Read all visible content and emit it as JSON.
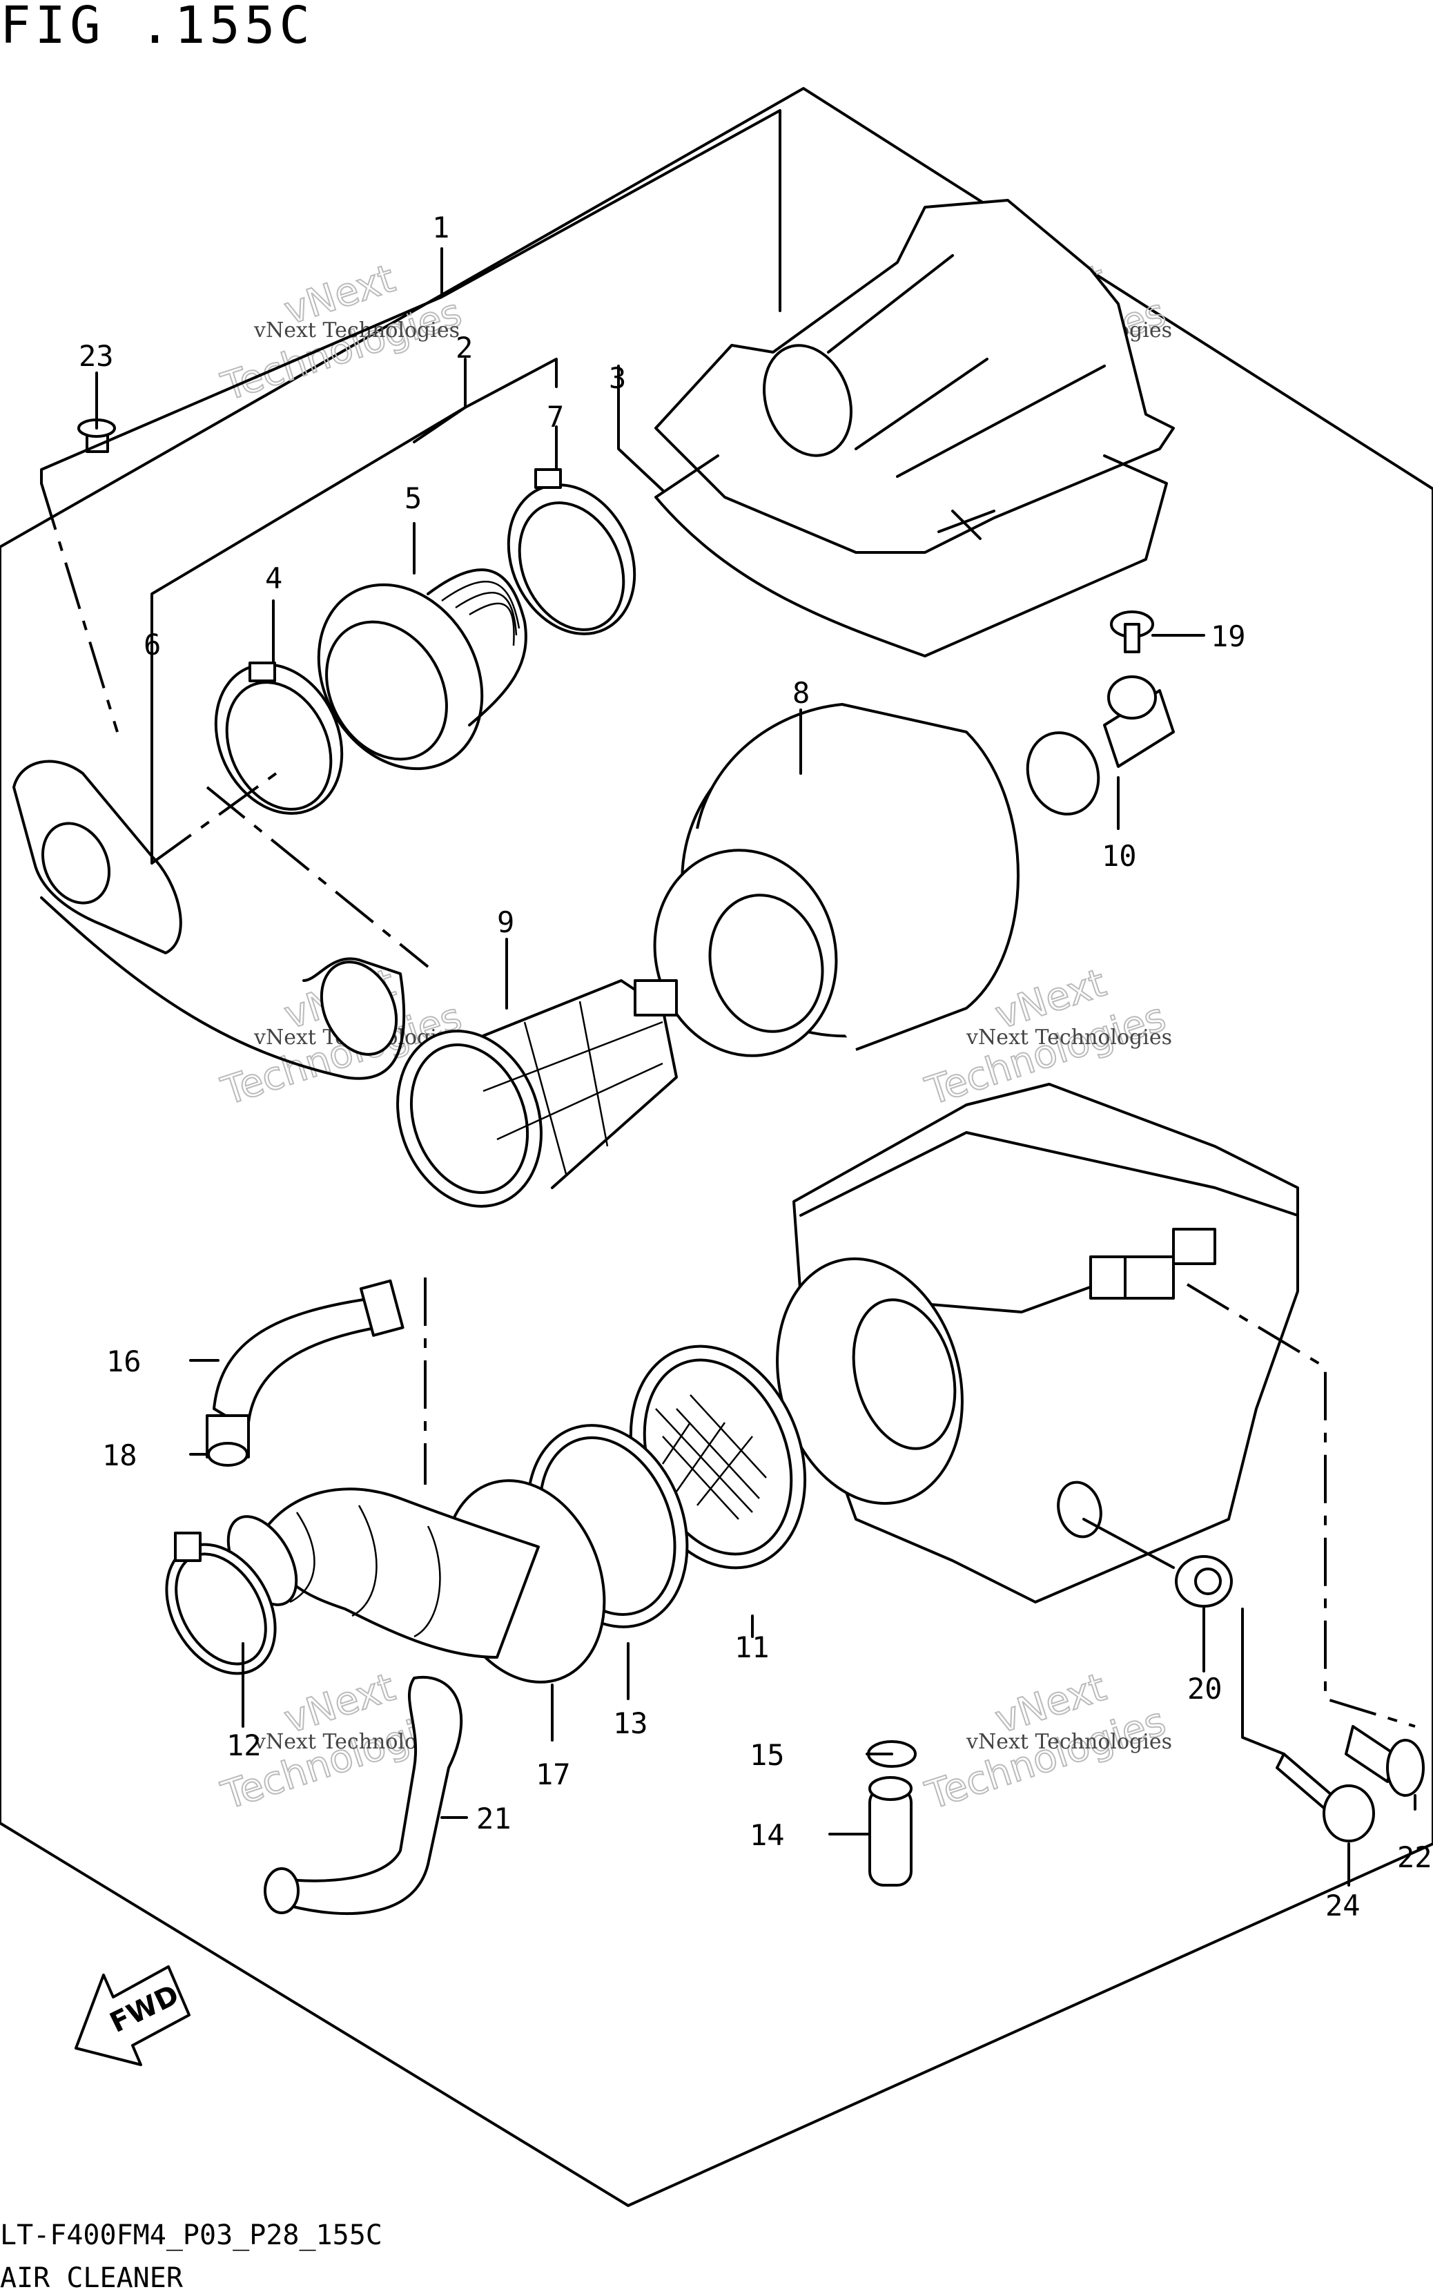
{
  "figure": {
    "title": "FIG .155C",
    "code": "LT-F400FM4_P03_P28_155C",
    "section": "AIR CLEANER"
  },
  "watermark": {
    "line1": "vNext Technologies",
    "line2": "vNext",
    "line3": "Technologies"
  },
  "fwd_label": "FWD",
  "callouts": [
    "1",
    "2",
    "3",
    "4",
    "5",
    "6",
    "7",
    "8",
    "9",
    "10",
    "11",
    "12",
    "13",
    "14",
    "15",
    "16",
    "17",
    "18",
    "19",
    "20",
    "21",
    "22",
    "23",
    "24"
  ]
}
